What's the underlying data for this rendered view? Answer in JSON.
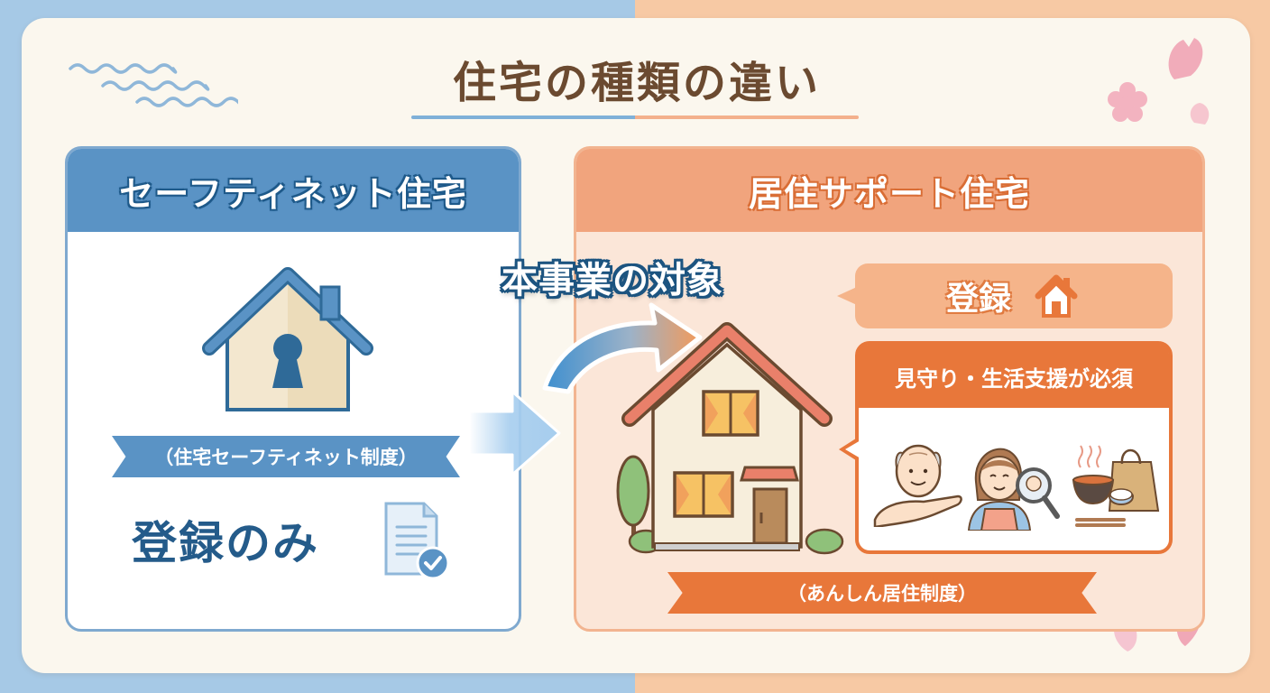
{
  "title": "住宅の種類の違い",
  "colors": {
    "left_bg": "#a6c9e6",
    "right_bg": "#f7c9a4",
    "card_bg": "#fbf7ee",
    "title_text": "#6b4a30",
    "blue_primary": "#5a93c5",
    "blue_dark": "#245b8a",
    "orange_primary": "#e8773a",
    "orange_light": "#f1a47d",
    "right_panel_bg": "#fbe6d8"
  },
  "left_panel": {
    "header": "セーフティネット住宅",
    "icon": "house-with-keyhole-icon",
    "ribbon": "（住宅セーフティネット制度）",
    "status_text": "登録のみ",
    "status_icon": "document-check-icon"
  },
  "center": {
    "target_label": "本事業の対象",
    "arrow_icon": "curved-arrow-icon",
    "transition_arrow_icon": "right-arrow-icon"
  },
  "right_panel": {
    "header": "居住サポート住宅",
    "house_icon": "two-story-house-icon",
    "registration": {
      "label": "登録",
      "icon": "house-icon"
    },
    "support": {
      "title": "見守り・生活支援が必須",
      "illustrations": [
        {
          "name": "elderly-person-in-hand-icon"
        },
        {
          "name": "caregiver-with-magnifier-icon"
        },
        {
          "name": "meal-and-shopping-bag-icon"
        }
      ]
    },
    "ribbon": "（あんしん居住制度）"
  },
  "decorations": {
    "top_left": "wave-lines-icon",
    "top_right": "sakura-petals-icon",
    "bottom_right": "sakura-petals-icon"
  }
}
